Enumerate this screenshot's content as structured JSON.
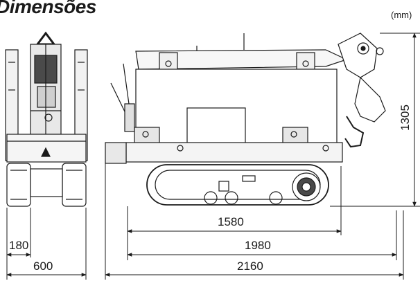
{
  "title": "Dimensões",
  "unit": "(mm)",
  "dimensions": {
    "height": "1305",
    "track_length": "1580",
    "track_with_ends": "1980",
    "overall_length": "2160",
    "track_width": "180",
    "overall_width": "600"
  },
  "colors": {
    "line": "#1a1a1a",
    "fill_light": "#e6e6e6",
    "fill_dark": "#4a4a4a"
  }
}
